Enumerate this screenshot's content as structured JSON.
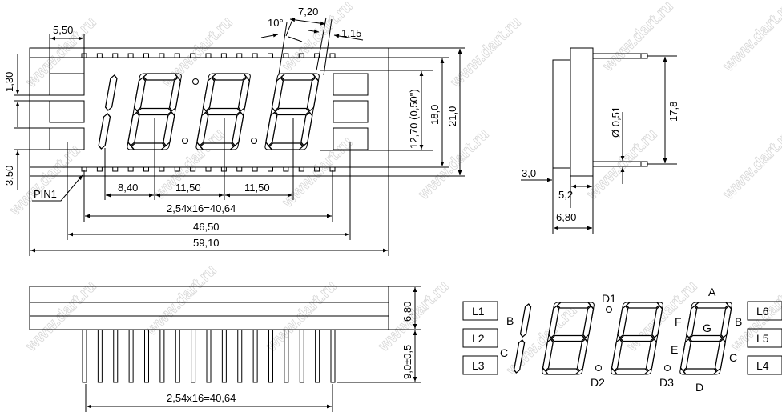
{
  "title": "LED 3.5-digit clock display dimensional drawing",
  "watermark": "www.dart.ru",
  "front_view": {
    "dims": {
      "box_width": "5,50",
      "box_gap": "1,30",
      "bottom_margin": "3,50",
      "digit_angle": "10°",
      "digit_width": "7,20",
      "segment_width": "1,15",
      "pitch_first": "8,40",
      "pitch_2": "11,50",
      "pitch_3": "11,50",
      "pin_span": "2,54x16=40,64",
      "box_span": "46,50",
      "total_length": "59,10",
      "digit_height": "12,70 (0,50\")",
      "window_height": "18,0",
      "total_height": "21,0"
    },
    "pin1_label": "PIN1"
  },
  "side_view": {
    "dims": {
      "pin_diameter": "Ø 0,51",
      "pin_spacing": "17,8",
      "body_front": "3,0",
      "body_mid": "5,2",
      "body_depth": "6,80"
    }
  },
  "bottom_view": {
    "dims": {
      "body_depth": "6,80",
      "pin_length": "9,0±0,5",
      "pin_span": "2,54x16=40,64"
    }
  },
  "pinout": {
    "left_boxes": [
      "L1",
      "L2",
      "L3"
    ],
    "right_boxes": [
      "L6",
      "L5",
      "L4"
    ],
    "one_digit_labels": [
      "B",
      "C"
    ],
    "dots": [
      "D1",
      "D2",
      "D3"
    ],
    "segment_labels": {
      "a": "A",
      "b": "B",
      "c": "C",
      "d": "D",
      "e": "E",
      "f": "F",
      "g": "G"
    }
  }
}
